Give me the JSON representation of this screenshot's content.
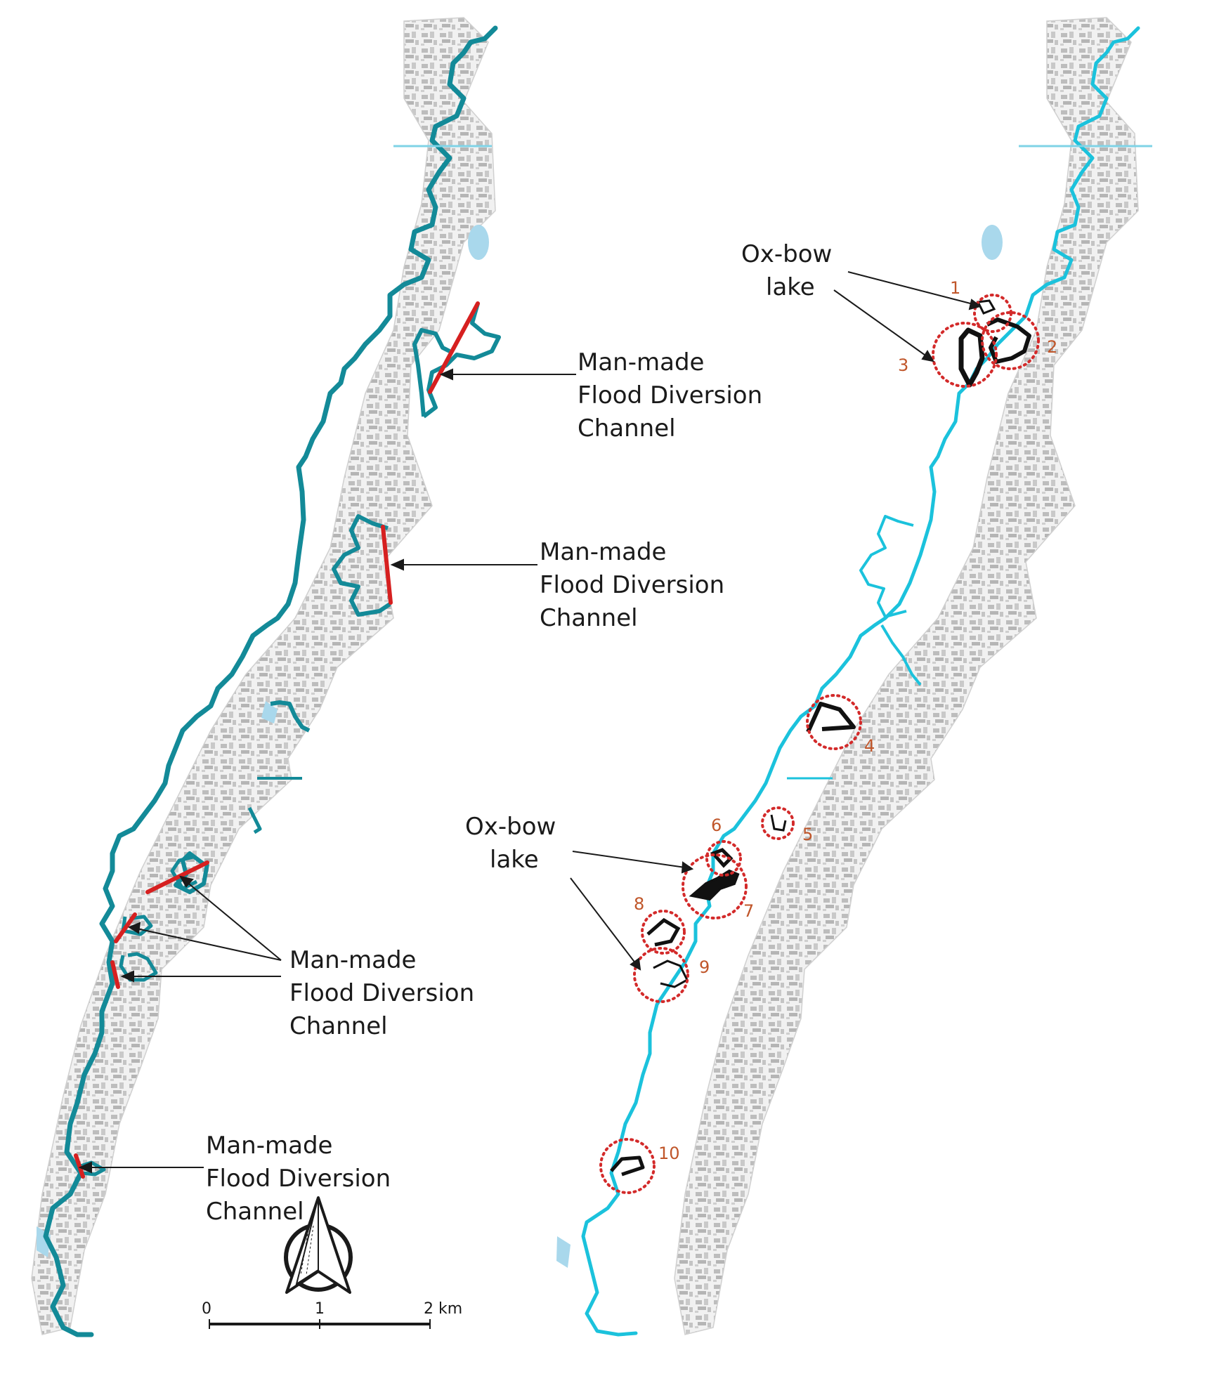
{
  "left_map": {
    "river_color": "#138a98",
    "diversion_color": "#d62020",
    "callouts": [
      {
        "lines": [
          "Man-made",
          "Flood Diversion",
          "Channel"
        ]
      },
      {
        "lines": [
          "Man-made",
          "Flood Diversion",
          "Channel"
        ]
      },
      {
        "lines": [
          "Man-made",
          "Flood Diversion",
          "Channel"
        ]
      },
      {
        "lines": [
          "Man-made",
          "Flood Diversion",
          "Channel"
        ]
      }
    ]
  },
  "right_map": {
    "river_color": "#1bc2dc",
    "oxbow_color": "#111111",
    "marker_color": "#d32a2a",
    "number_color": "#c0562a",
    "oxbow_labels": [
      {
        "lines": [
          "Ox-bow",
          "lake"
        ]
      },
      {
        "lines": [
          "Ox-bow",
          "lake"
        ]
      }
    ],
    "markers": [
      "1",
      "2",
      "3",
      "4",
      "5",
      "6",
      "7",
      "8",
      "9",
      "10"
    ]
  },
  "north_arrow": {
    "icon": "north-arrow-icon"
  },
  "scale_bar": {
    "ticks": [
      "0",
      "1",
      "2 km"
    ]
  },
  "land_color": "#bdbdbd",
  "water_body_color": "#a9d8ec"
}
